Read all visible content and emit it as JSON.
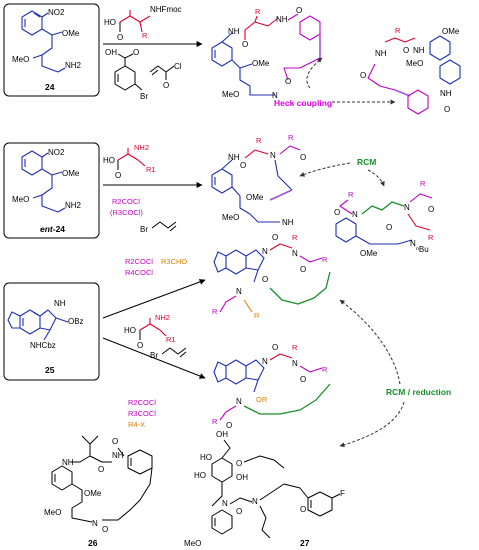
{
  "colors": {
    "scaffold": "#1f2fb5",
    "amino_acid": "#e0002a",
    "acyl": "#c400c4",
    "aldehyde": "#e08000",
    "heck_label": "#e000e0",
    "rcm_reduction_label": "#1a8f2a",
    "new_bond": "#9b55d8"
  },
  "compounds": {
    "c24": "24",
    "c24_nitro": "NO2",
    "c24_ome": "OMe",
    "c24_meo": "MeO",
    "c24_nh2": "NH2",
    "ent24_num": "ent",
    "ent24_rest": "-24",
    "c25": "25",
    "c25_nh": "NH",
    "c25_obz": "OBz",
    "c25_nhcbz": "NHCbz",
    "c26": "26",
    "c27": "27"
  },
  "reagents": {
    "r1_nhfmoc": "NHFmoc",
    "r1_ho": "HO",
    "r1_o": "O",
    "r1_r": "R",
    "r1_oh": "OH",
    "r1_o2": "O",
    "r1_br": "Br",
    "r1_o3": "O",
    "r1_cl": "Cl",
    "r2_nh2": "NH2",
    "r2_ho": "HO",
    "r2_o": "O",
    "r2_r1": "R1",
    "r2_acyl1": "R2COCl",
    "r2_acyl2": "(R3COCl)",
    "r2_br": "Br",
    "r3_acyl1": "R2COCl",
    "r3_cho": "R3CHO",
    "r3_acyl2": "R4COCl",
    "r3_nh2": "NH2",
    "r3_ho": "HO",
    "r3_o": "O",
    "r3_r1": "R1",
    "r3_br": "Br",
    "r4_acyl1": "R2COCl",
    "r4_acyl2": "R3COCl",
    "r4_alk": "R4-X"
  },
  "annotations": {
    "heck": "Heck coupling",
    "rcm": "RCM",
    "rcm_reduction": "RCM / reduction"
  }
}
